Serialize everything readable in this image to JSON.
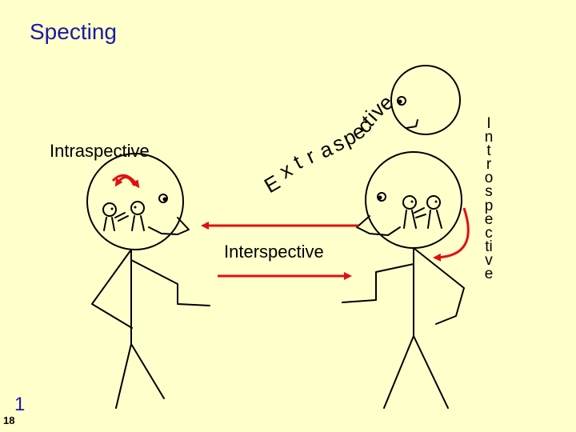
{
  "title": "Specting",
  "labels": {
    "intraspective": "Intraspective",
    "interspective": "Interspective",
    "extraspective": "Extraspective",
    "introspective_letters": [
      "I",
      "n",
      "t",
      "r",
      "o",
      "s",
      "p",
      "e",
      "c",
      "ti",
      "v",
      "e"
    ]
  },
  "page_number": {
    "large": "1",
    "small": "18"
  },
  "colors": {
    "background": "#ffffcc",
    "title": "#1a1aa6",
    "arrow": "#e01010"
  }
}
